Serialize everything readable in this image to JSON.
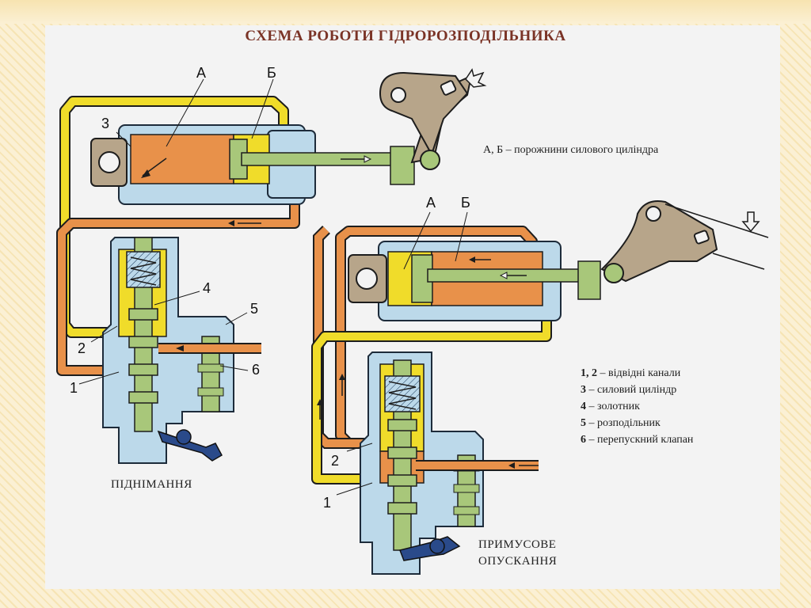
{
  "title": "СХЕМА РОБОТИ ГІДРОРОЗПОДІЛЬНИКА",
  "cavity_note": "А, Б – порожнини силового циліндра",
  "top_labels": {
    "a": "А",
    "b": "Б",
    "n3": "3",
    "n4": "4",
    "n5": "5",
    "n6": "6",
    "n2": "2",
    "n1": "1"
  },
  "bottom_labels": {
    "a": "А",
    "b": "Б",
    "n2": "2",
    "n1": "1"
  },
  "captions": {
    "lifting": "ПІДНІМАННЯ",
    "forced_line1": "ПРИМУСОВЕ",
    "forced_line2": "ОПУСКАННЯ"
  },
  "legend": [
    {
      "num": "1, 2",
      "text": "– відвідні канали"
    },
    {
      "num": "3",
      "text": "– силовий циліндр"
    },
    {
      "num": "4",
      "text": "– золотник"
    },
    {
      "num": "5",
      "text": "– розподільник"
    },
    {
      "num": "6",
      "text": "– перепускний клапан"
    }
  ],
  "colors": {
    "pressure_line": "#f0dc2a",
    "return_line": "#e8914a",
    "housing": "#bcd9ea",
    "rod": "#a8c77a",
    "lever": "#b7a58a"
  }
}
